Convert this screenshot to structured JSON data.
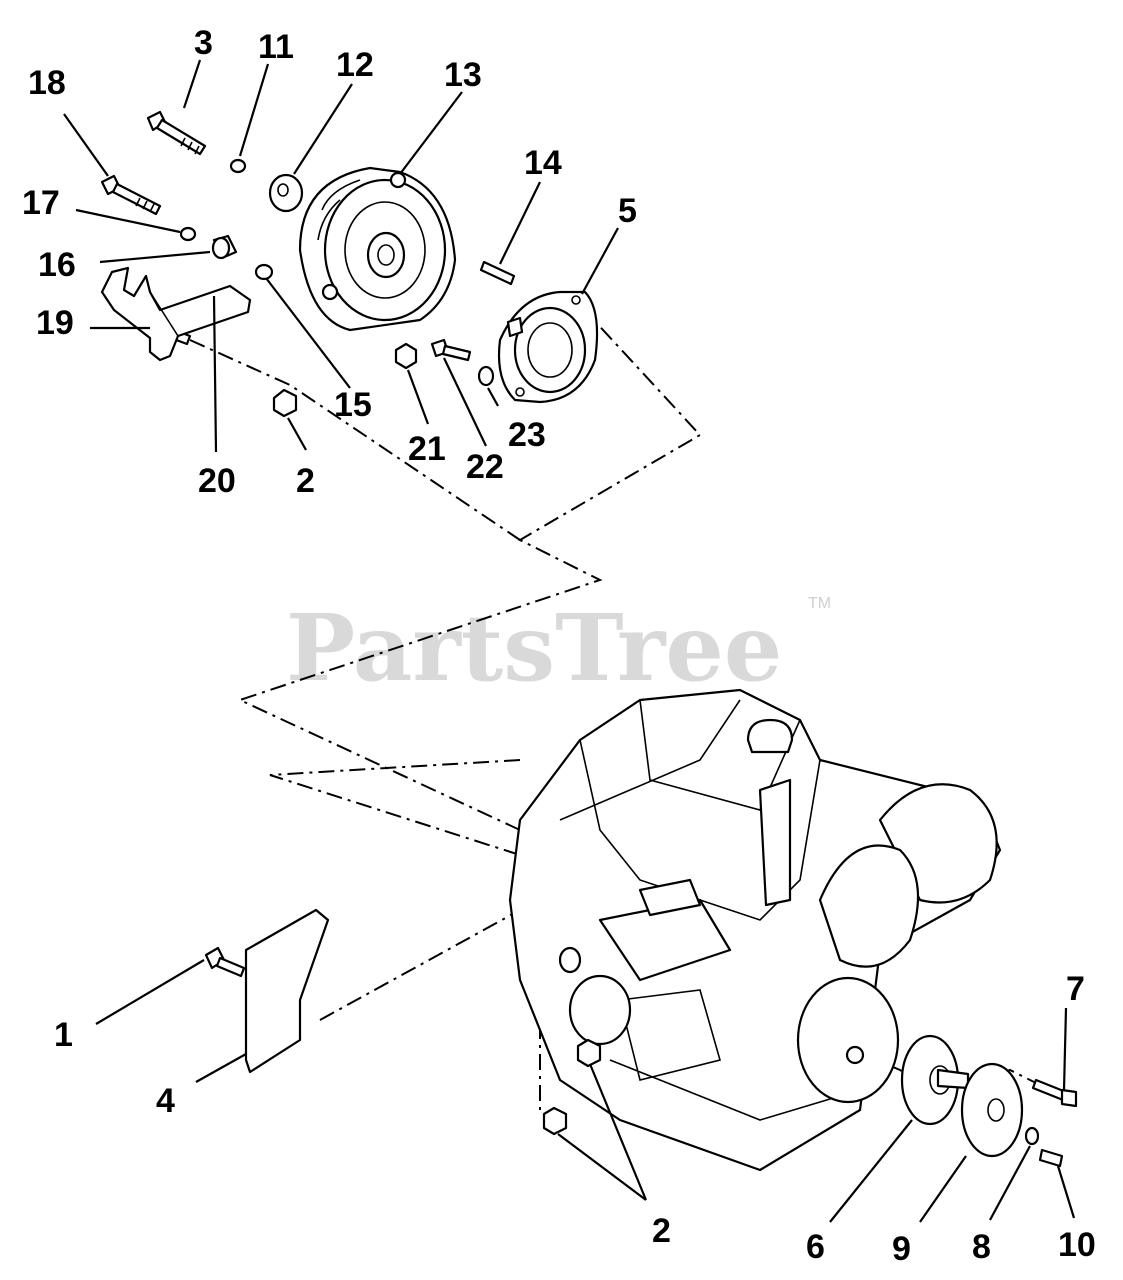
{
  "watermark": {
    "brand": "PartsTree",
    "trademark": "TM"
  },
  "callouts": {
    "c1": "1",
    "c2a": "2",
    "c2b": "2",
    "c3": "3",
    "c4": "4",
    "c5": "5",
    "c6": "6",
    "c7": "7",
    "c8": "8",
    "c9": "9",
    "c10": "10",
    "c11": "11",
    "c12": "12",
    "c13": "13",
    "c14": "14",
    "c15": "15",
    "c16": "16",
    "c17": "17",
    "c18": "18",
    "c19": "19",
    "c20": "20",
    "c21": "21",
    "c22": "22",
    "c23": "23"
  },
  "colors": {
    "ink": "#000000",
    "watermark": "#d9d9d9",
    "background": "#ffffff"
  }
}
